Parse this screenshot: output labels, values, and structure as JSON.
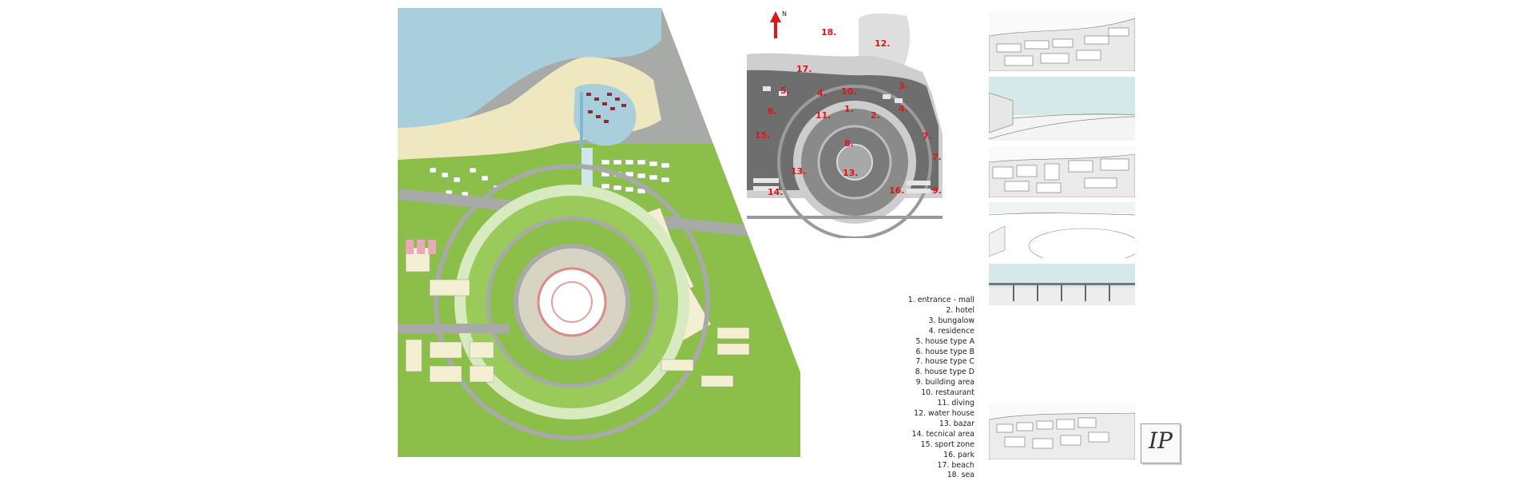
{
  "north_label": "N",
  "legend": [
    "1. entrance - mall",
    "2. hotel",
    "3. bungalow",
    "4. residence",
    "5. house type A",
    "6. house type B",
    "7. house type C",
    "8. house type D",
    "9. building area",
    "10. restaurant",
    "11. diving",
    "12. water house",
    "13. bazar",
    "14. tecnical area",
    "15. sport zone",
    "16. park",
    "17. beach",
    "18. sea"
  ],
  "zone_labels": {
    "z18": "18.",
    "z12": "12.",
    "z17": "17.",
    "z5": "5.",
    "z4a": "4.",
    "z10": "10.",
    "z3": "3.",
    "z6": "6.",
    "z11": "11.",
    "z1": "1.",
    "z2": "2.",
    "z4b": "4.",
    "z15": "15.",
    "z8": "8.",
    "z7a": "7.",
    "z7b": "7.",
    "z13a": "13.",
    "z13b": "13.",
    "z14": "14.",
    "z16": "16.",
    "z9": "9."
  },
  "logo_text": "IP",
  "colors": {
    "sea": "#a9cfdd",
    "beach": "#efe7c0",
    "green": "#8cbf4a",
    "road": "#a8aaa7",
    "label_red": "#e0141a"
  }
}
